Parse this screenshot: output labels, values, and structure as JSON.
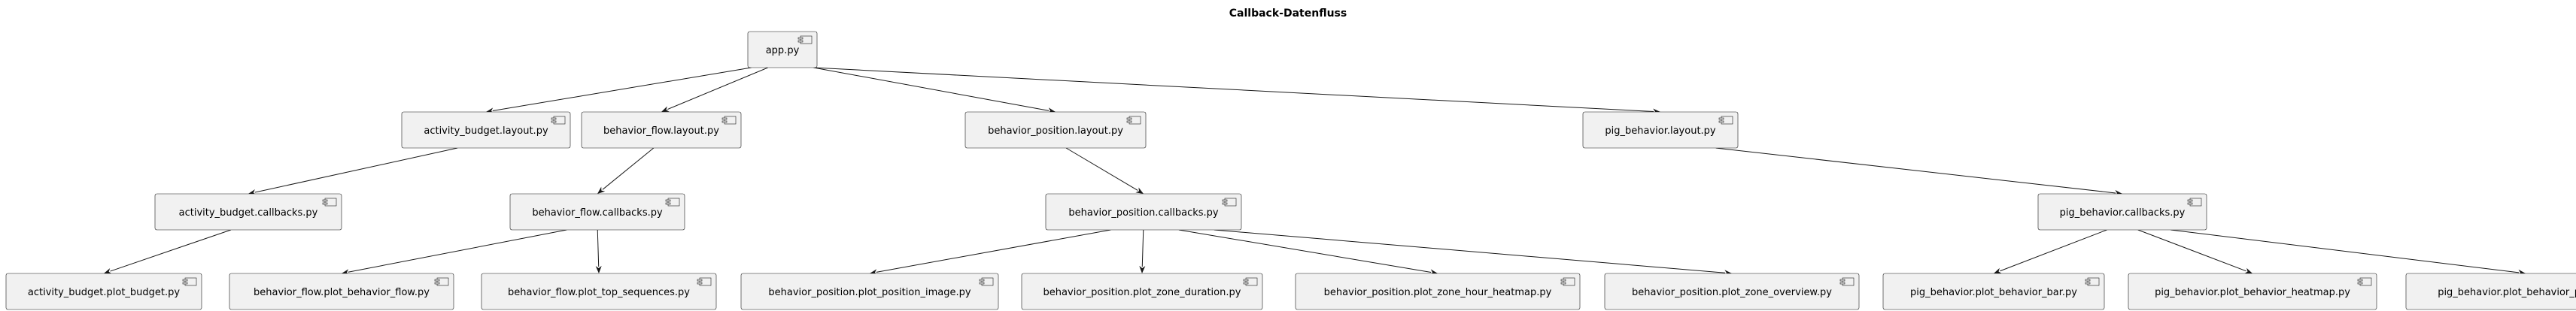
{
  "title": "Callback-Datenfluss",
  "nodes": [
    {
      "id": "app",
      "label": "app.py",
      "icon": "component-icon"
    },
    {
      "id": "ab_layout",
      "label": "activity_budget.layout.py",
      "icon": "component-icon"
    },
    {
      "id": "bf_layout",
      "label": "behavior_flow.layout.py",
      "icon": "component-icon"
    },
    {
      "id": "bp_layout",
      "label": "behavior_position.layout.py",
      "icon": "component-icon"
    },
    {
      "id": "pb_layout",
      "label": "pig_behavior.layout.py",
      "icon": "component-icon"
    },
    {
      "id": "ab_callbacks",
      "label": "activity_budget.callbacks.py",
      "icon": "component-icon"
    },
    {
      "id": "bf_callbacks",
      "label": "behavior_flow.callbacks.py",
      "icon": "component-icon"
    },
    {
      "id": "bp_callbacks",
      "label": "behavior_position.callbacks.py",
      "icon": "component-icon"
    },
    {
      "id": "pb_callbacks",
      "label": "pig_behavior.callbacks.py",
      "icon": "component-icon"
    },
    {
      "id": "ab_plot_budget",
      "label": "activity_budget.plot_budget.py",
      "icon": "component-icon"
    },
    {
      "id": "bf_plot_flow",
      "label": "behavior_flow.plot_behavior_flow.py",
      "icon": "component-icon"
    },
    {
      "id": "bf_plot_top",
      "label": "behavior_flow.plot_top_sequences.py",
      "icon": "component-icon"
    },
    {
      "id": "bp_plot_image",
      "label": "behavior_position.plot_position_image.py",
      "icon": "component-icon"
    },
    {
      "id": "bp_plot_zone_duration",
      "label": "behavior_position.plot_zone_duration.py",
      "icon": "component-icon"
    },
    {
      "id": "bp_plot_zone_hour",
      "label": "behavior_position.plot_zone_hour_heatmap.py",
      "icon": "component-icon"
    },
    {
      "id": "bp_plot_zone_overview",
      "label": "behavior_position.plot_zone_overview.py",
      "icon": "component-icon"
    },
    {
      "id": "pb_plot_bar",
      "label": "pig_behavior.plot_behavior_bar.py",
      "icon": "component-icon"
    },
    {
      "id": "pb_plot_heatmap",
      "label": "pig_behavior.plot_behavior_heatmap.py",
      "icon": "component-icon"
    },
    {
      "id": "pb_plot_polar",
      "label": "pig_behavior.plot_behavior_polar.py",
      "icon": "component-icon"
    }
  ],
  "edges": [
    {
      "from": "app",
      "to": "ab_layout"
    },
    {
      "from": "app",
      "to": "bf_layout"
    },
    {
      "from": "app",
      "to": "bp_layout"
    },
    {
      "from": "app",
      "to": "pb_layout"
    },
    {
      "from": "ab_layout",
      "to": "ab_callbacks"
    },
    {
      "from": "bf_layout",
      "to": "bf_callbacks"
    },
    {
      "from": "bp_layout",
      "to": "bp_callbacks"
    },
    {
      "from": "pb_layout",
      "to": "pb_callbacks"
    },
    {
      "from": "ab_callbacks",
      "to": "ab_plot_budget"
    },
    {
      "from": "bf_callbacks",
      "to": "bf_plot_flow"
    },
    {
      "from": "bf_callbacks",
      "to": "bf_plot_top"
    },
    {
      "from": "bp_callbacks",
      "to": "bp_plot_image"
    },
    {
      "from": "bp_callbacks",
      "to": "bp_plot_zone_duration"
    },
    {
      "from": "bp_callbacks",
      "to": "bp_plot_zone_hour"
    },
    {
      "from": "bp_callbacks",
      "to": "bp_plot_zone_overview"
    },
    {
      "from": "pb_callbacks",
      "to": "pb_plot_bar"
    },
    {
      "from": "pb_callbacks",
      "to": "pb_plot_heatmap"
    },
    {
      "from": "pb_callbacks",
      "to": "pb_plot_polar"
    }
  ]
}
